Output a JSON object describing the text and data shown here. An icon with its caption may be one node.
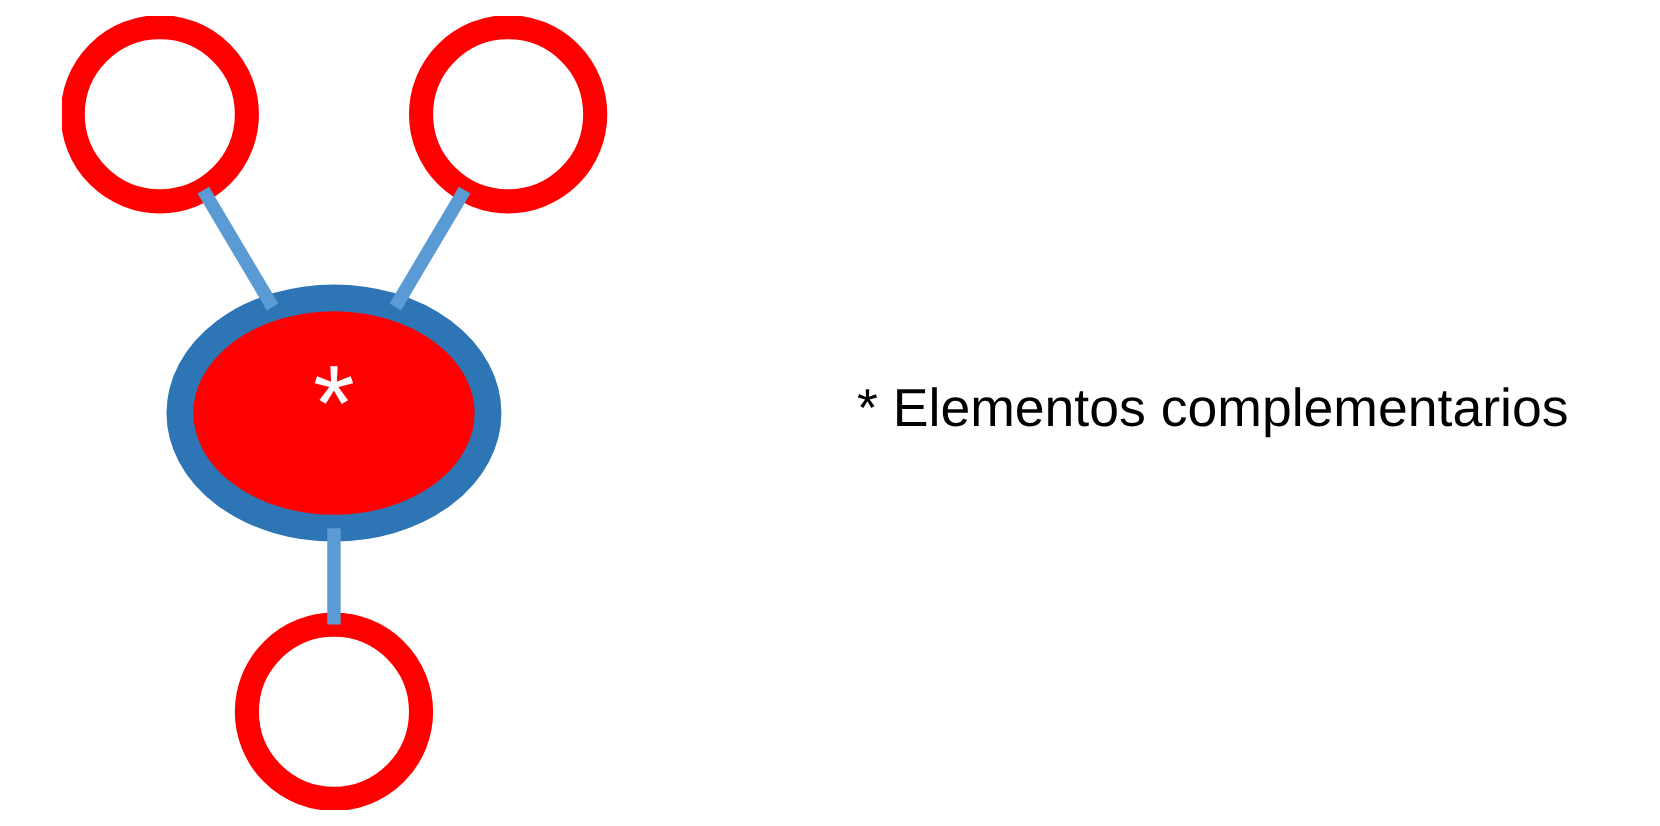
{
  "diagram": {
    "nodes": [
      {
        "text": [],
        "shape": "circle"
      },
      {
        "text": [],
        "shape": "circle"
      },
      {
        "text": [
          "*"
        ]
      },
      {
        "text": [],
        "shape": "circle"
      }
    ],
    "edges": [
      {
        "from": 0,
        "to": 2,
        "arrow": "none"
      },
      {
        "from": 1,
        "to": 2,
        "arrow": "none"
      },
      {
        "from": 2,
        "to": 3,
        "arrow": "none"
      }
    ],
    "labels": [
      "* Elementos complementarios"
    ]
  }
}
